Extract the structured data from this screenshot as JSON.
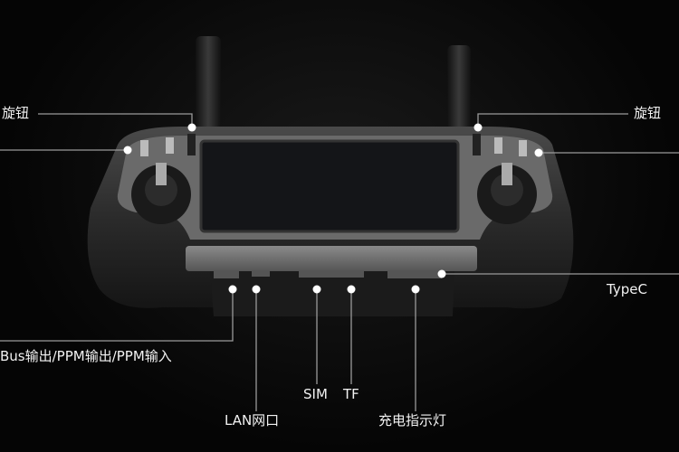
{
  "labels": {
    "knob_left": "旋钮",
    "knob_right": "旋钮",
    "typec": "TypeC",
    "sbus_ppm": "Bus输出/PPM输出/PPM输入",
    "sim": "SIM",
    "tf": "TF",
    "lan": "LAN网口",
    "charge_led": "充电指示灯"
  },
  "colors": {
    "background": "#000000",
    "callout": "#9a9a9a",
    "text": "#f2f2f2"
  }
}
